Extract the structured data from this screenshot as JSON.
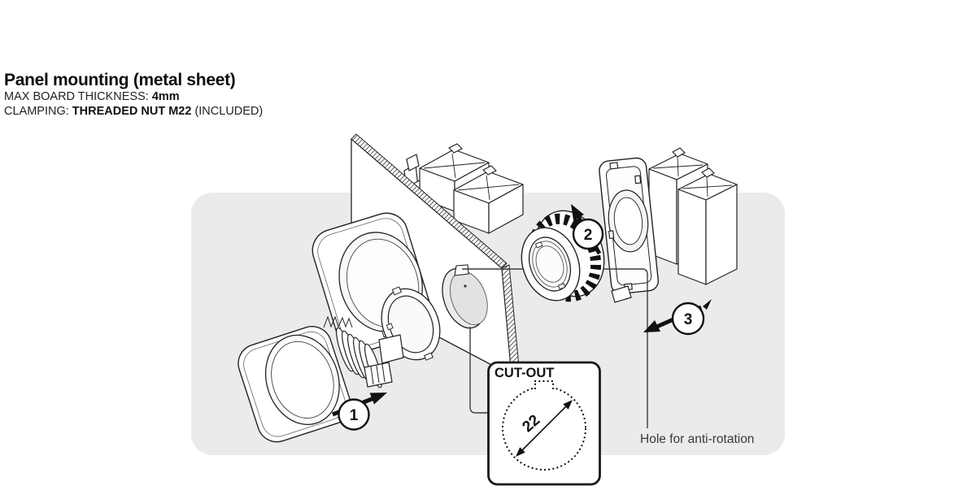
{
  "header": {
    "title": "Panel mounting (metal sheet)",
    "spec_lines": [
      {
        "label": "MAX BOARD THICKNESS: ",
        "bold": "4mm",
        "suffix": ""
      },
      {
        "label": "CLAMPING: ",
        "bold": "THREADED NUT M22",
        "suffix": " (INCLUDED)"
      }
    ]
  },
  "diagram": {
    "steps": [
      {
        "number": "1"
      },
      {
        "number": "2"
      },
      {
        "number": "3"
      }
    ],
    "cutout": {
      "label": "CUT-OUT",
      "diameter": "22"
    },
    "annotation": {
      "hole": "Hole for anti-rotation"
    },
    "colors": {
      "background_panel": "#ebebeb",
      "line": "#222222",
      "detail_box_border": "#1a1a1a",
      "knurl": "#111111"
    }
  }
}
